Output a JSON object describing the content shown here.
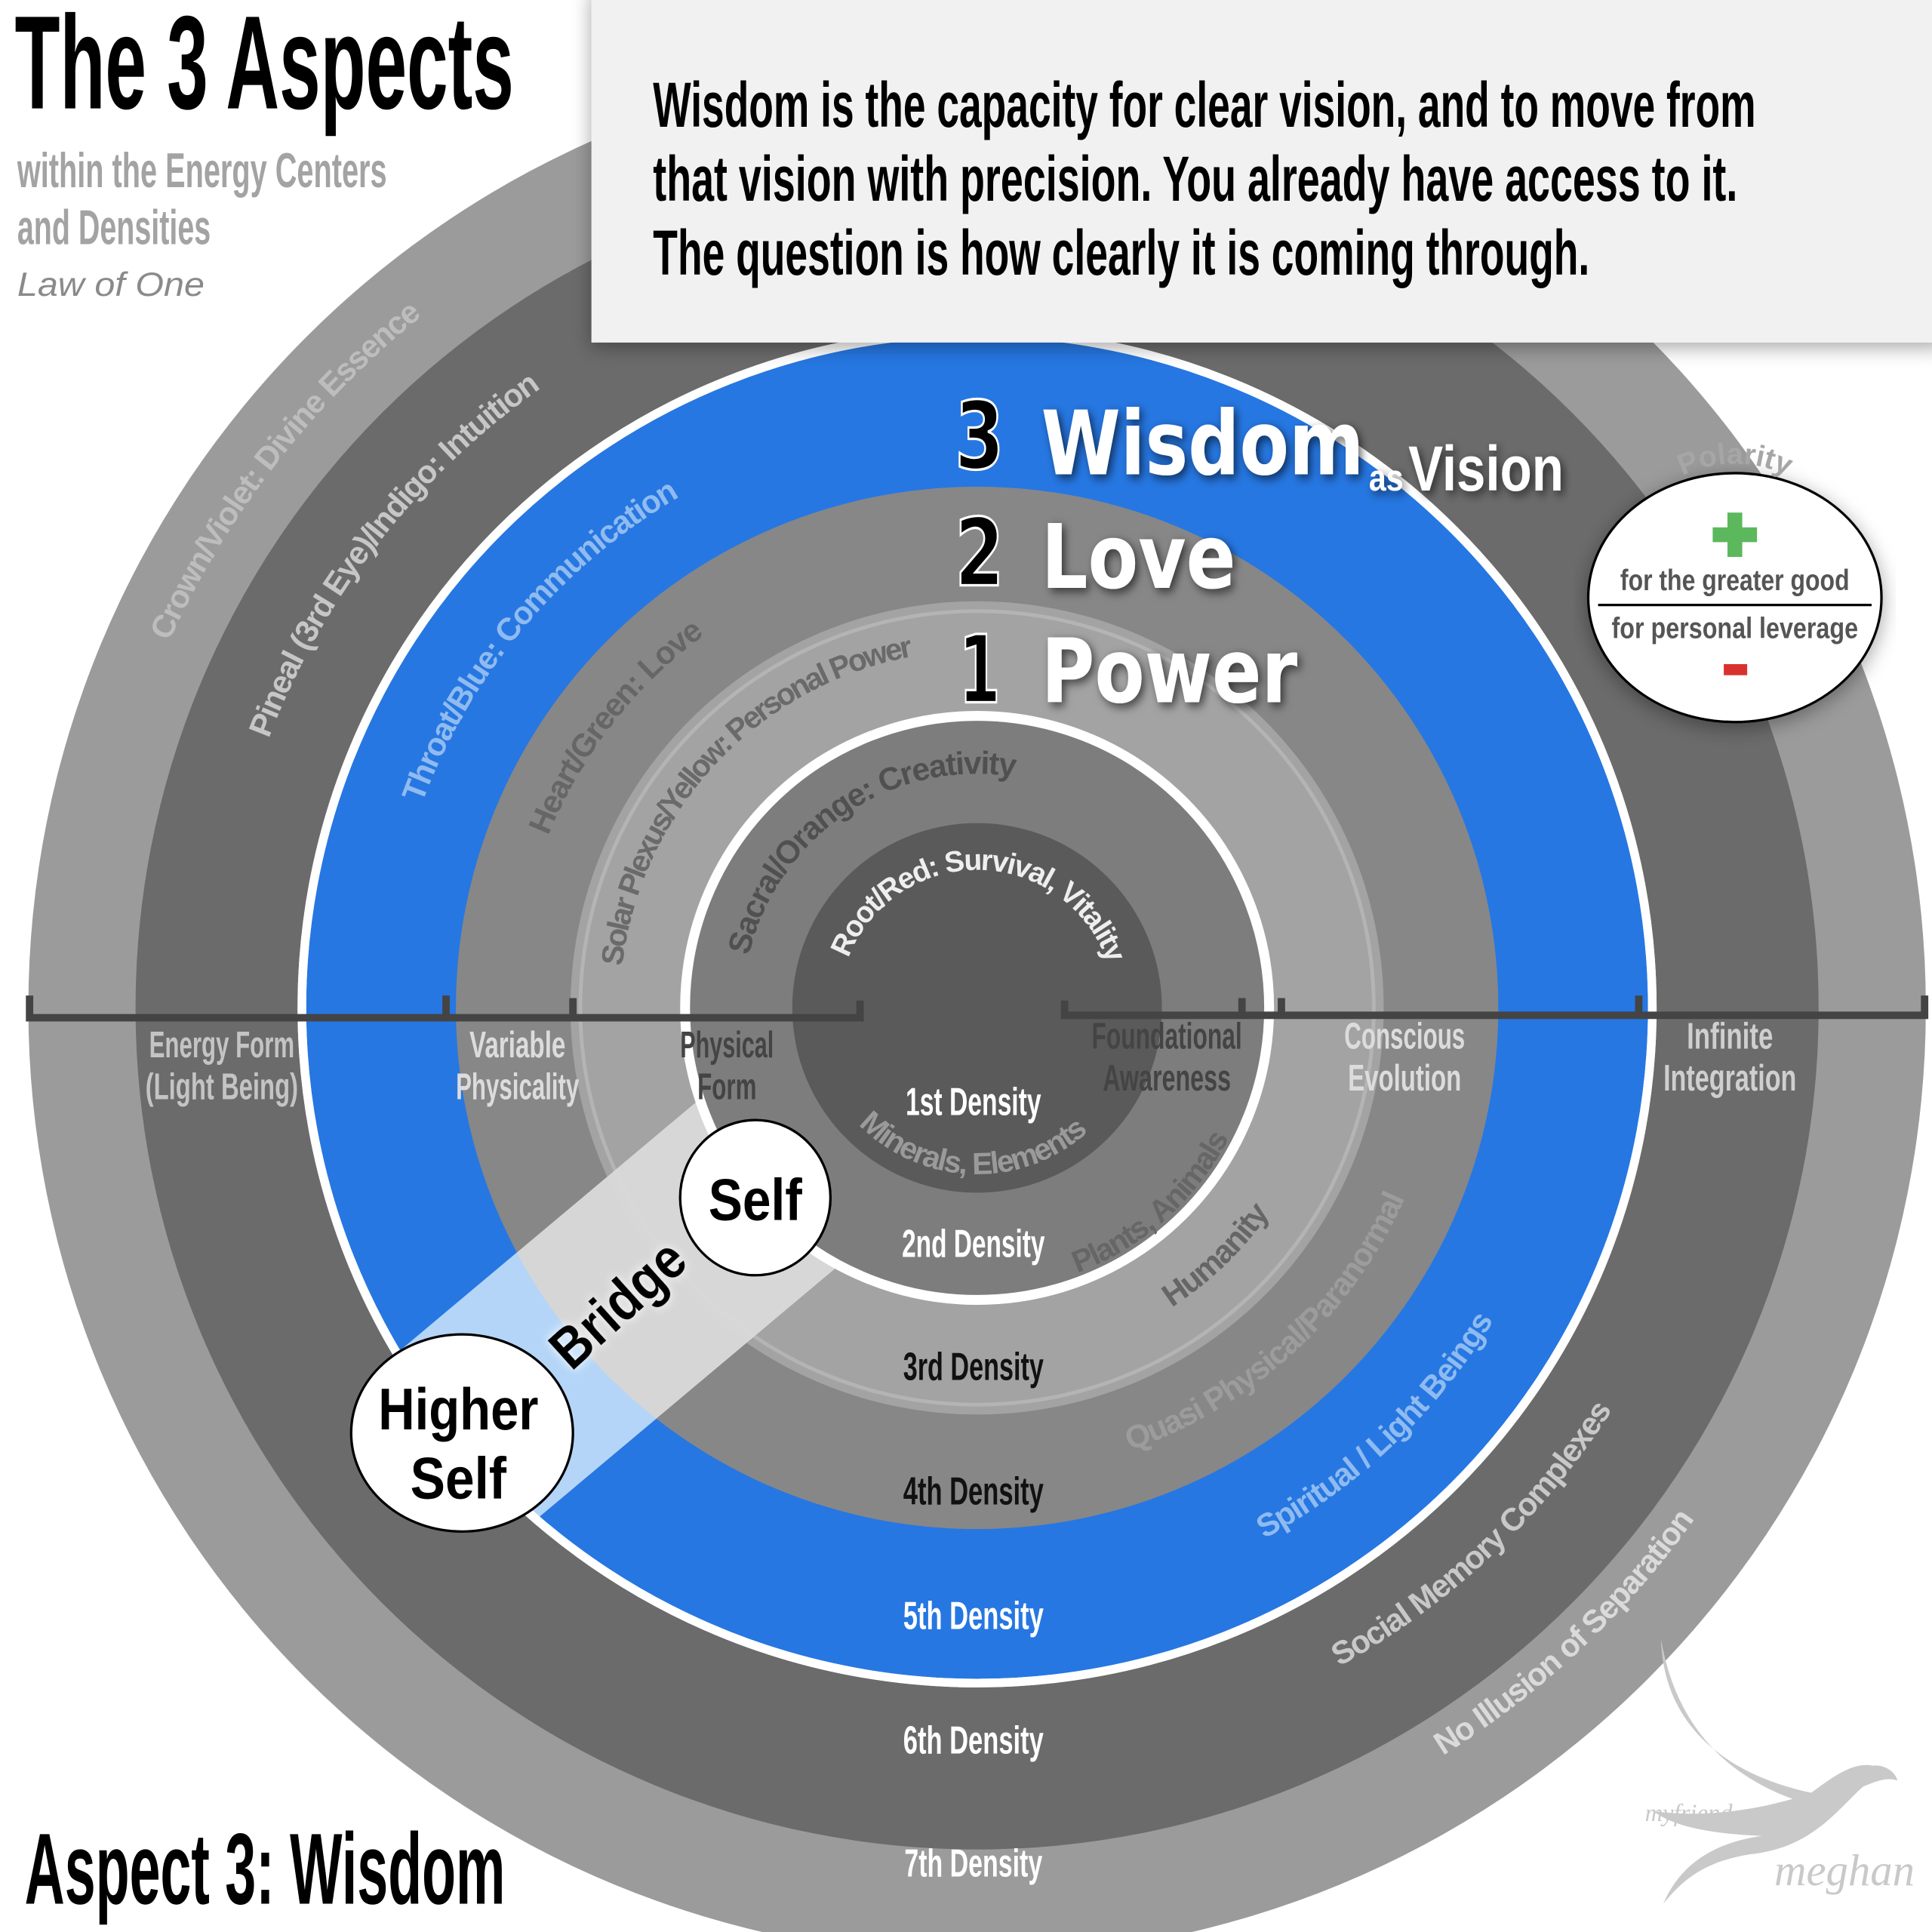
{
  "title": {
    "main": "The 3 Aspects",
    "subtitle_line1": "within the Energy Centers",
    "subtitle_line2": "and Densities",
    "source": "Law of One"
  },
  "quote": {
    "line1": "Wisdom is the capacity for clear vision, and to move from",
    "line2": "that vision with precision. You already have access to it.",
    "line3": "The question is how clearly it is coming through."
  },
  "aspects": [
    {
      "number": "3",
      "name": "Wisdom",
      "suffix_small": "as",
      "suffix": "Vision"
    },
    {
      "number": "2",
      "name": "Love"
    },
    {
      "number": "1",
      "name": "Power"
    }
  ],
  "energy_centers": {
    "crown": "Crown/Violet: Divine Essence",
    "pineal": "Pineal (3rd Eye)/Indigo: Intuition",
    "throat": "Throat/Blue: Communication",
    "heart": "Heart/Green: Love",
    "solar": "Solar Plexus/Yellow: Personal Power",
    "sacral": "Sacral/Orange: Creativity",
    "root": "Root/Red: Survival, Vitality"
  },
  "density_beings": {
    "d1": "Minerals, Elements",
    "d2": "Plants, Animals",
    "d3": "Humanity",
    "d4": "Quasi Physical/Paranormal",
    "d5": "Spiritual / Light Beings",
    "d6": "Social Memory Complexes",
    "d7": "No Illusion of Separation"
  },
  "densities": [
    "1st Density",
    "2nd Density",
    "3rd Density",
    "4th Density",
    "5th Density",
    "6th Density",
    "7th Density"
  ],
  "forms": {
    "energy_form": [
      "Energy Form",
      "(Light Being)"
    ],
    "variable": [
      "Variable",
      "Physicality"
    ],
    "physical": [
      "Physical",
      "Form"
    ],
    "foundational": [
      "Foundational",
      "Awareness"
    ],
    "conscious": [
      "Conscious",
      "Evolution"
    ],
    "infinite": [
      "Infinite",
      "Integration"
    ]
  },
  "bridge": {
    "self": "Self",
    "bridge": "Bridge",
    "higher_self": [
      "Higher",
      "Self"
    ]
  },
  "polarity": {
    "title": "Polarity",
    "positive_icon": "plus-icon",
    "positive": "for the greater good",
    "negative": "for personal leverage",
    "negative_icon": "minus-icon"
  },
  "footer": {
    "aspect": "Aspect 3: Wisdom"
  },
  "logo": {
    "line1": "myfriend",
    "line2": "meghan"
  },
  "colors": {
    "blue": "#2677e2",
    "light_blue_text": "#8fbbf0",
    "bridge_gray": "#dadada",
    "bridge_blue": "#b4d5f7",
    "plus": "#5cb85c",
    "minus": "#d9322e"
  }
}
